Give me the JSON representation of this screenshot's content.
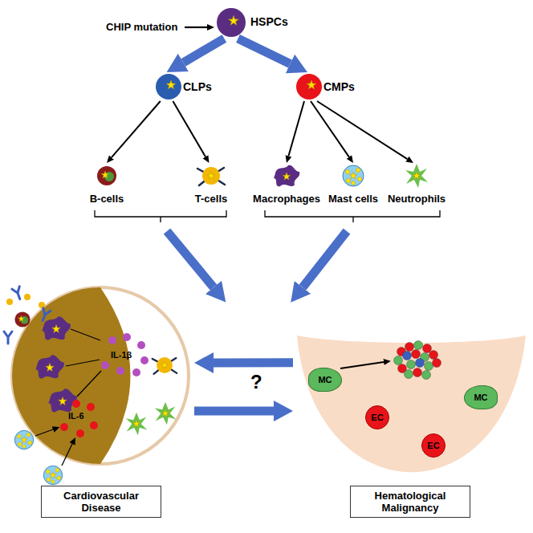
{
  "diagram": {
    "nodes": [
      {
        "text": [
          "HSPCs"
        ]
      },
      {
        "text": [
          "CLPs"
        ]
      },
      {
        "text": [
          "CMPs"
        ]
      },
      {
        "text": [
          "B-cells"
        ]
      },
      {
        "text": [
          "T-cells"
        ]
      },
      {
        "text": [
          "Macrophages"
        ]
      },
      {
        "text": [
          "Mast cells"
        ]
      },
      {
        "text": [
          "Neutrophils"
        ]
      },
      {
        "text": [
          "Cardiovascular Disease"
        ]
      },
      {
        "text": [
          "Hematological Malignancy"
        ]
      },
      {
        "text": [
          "MC"
        ],
        "in": 9
      },
      {
        "text": [
          "EC"
        ],
        "in": 9
      },
      {
        "text": [
          "EC"
        ],
        "in": 9
      },
      {
        "text": [
          "MC"
        ],
        "in": 9
      }
    ],
    "edges": [
      {
        "from": 0,
        "to": 1,
        "arrow": "to"
      },
      {
        "from": 0,
        "to": 2,
        "arrow": "to"
      },
      {
        "from": 1,
        "to": 3,
        "arrow": "to"
      },
      {
        "from": 1,
        "to": 4,
        "arrow": "to"
      },
      {
        "from": 2,
        "to": 5,
        "arrow": "to"
      },
      {
        "from": 2,
        "to": 6,
        "arrow": "to"
      },
      {
        "from": 2,
        "to": 7,
        "arrow": "to"
      },
      {
        "from": 9,
        "to": 8,
        "arrow": "to"
      },
      {
        "from": 8,
        "to": 9,
        "arrow": "to"
      }
    ],
    "labels": [
      "CHIP mutation",
      "IL-1β",
      "IL-6",
      "?"
    ]
  }
}
